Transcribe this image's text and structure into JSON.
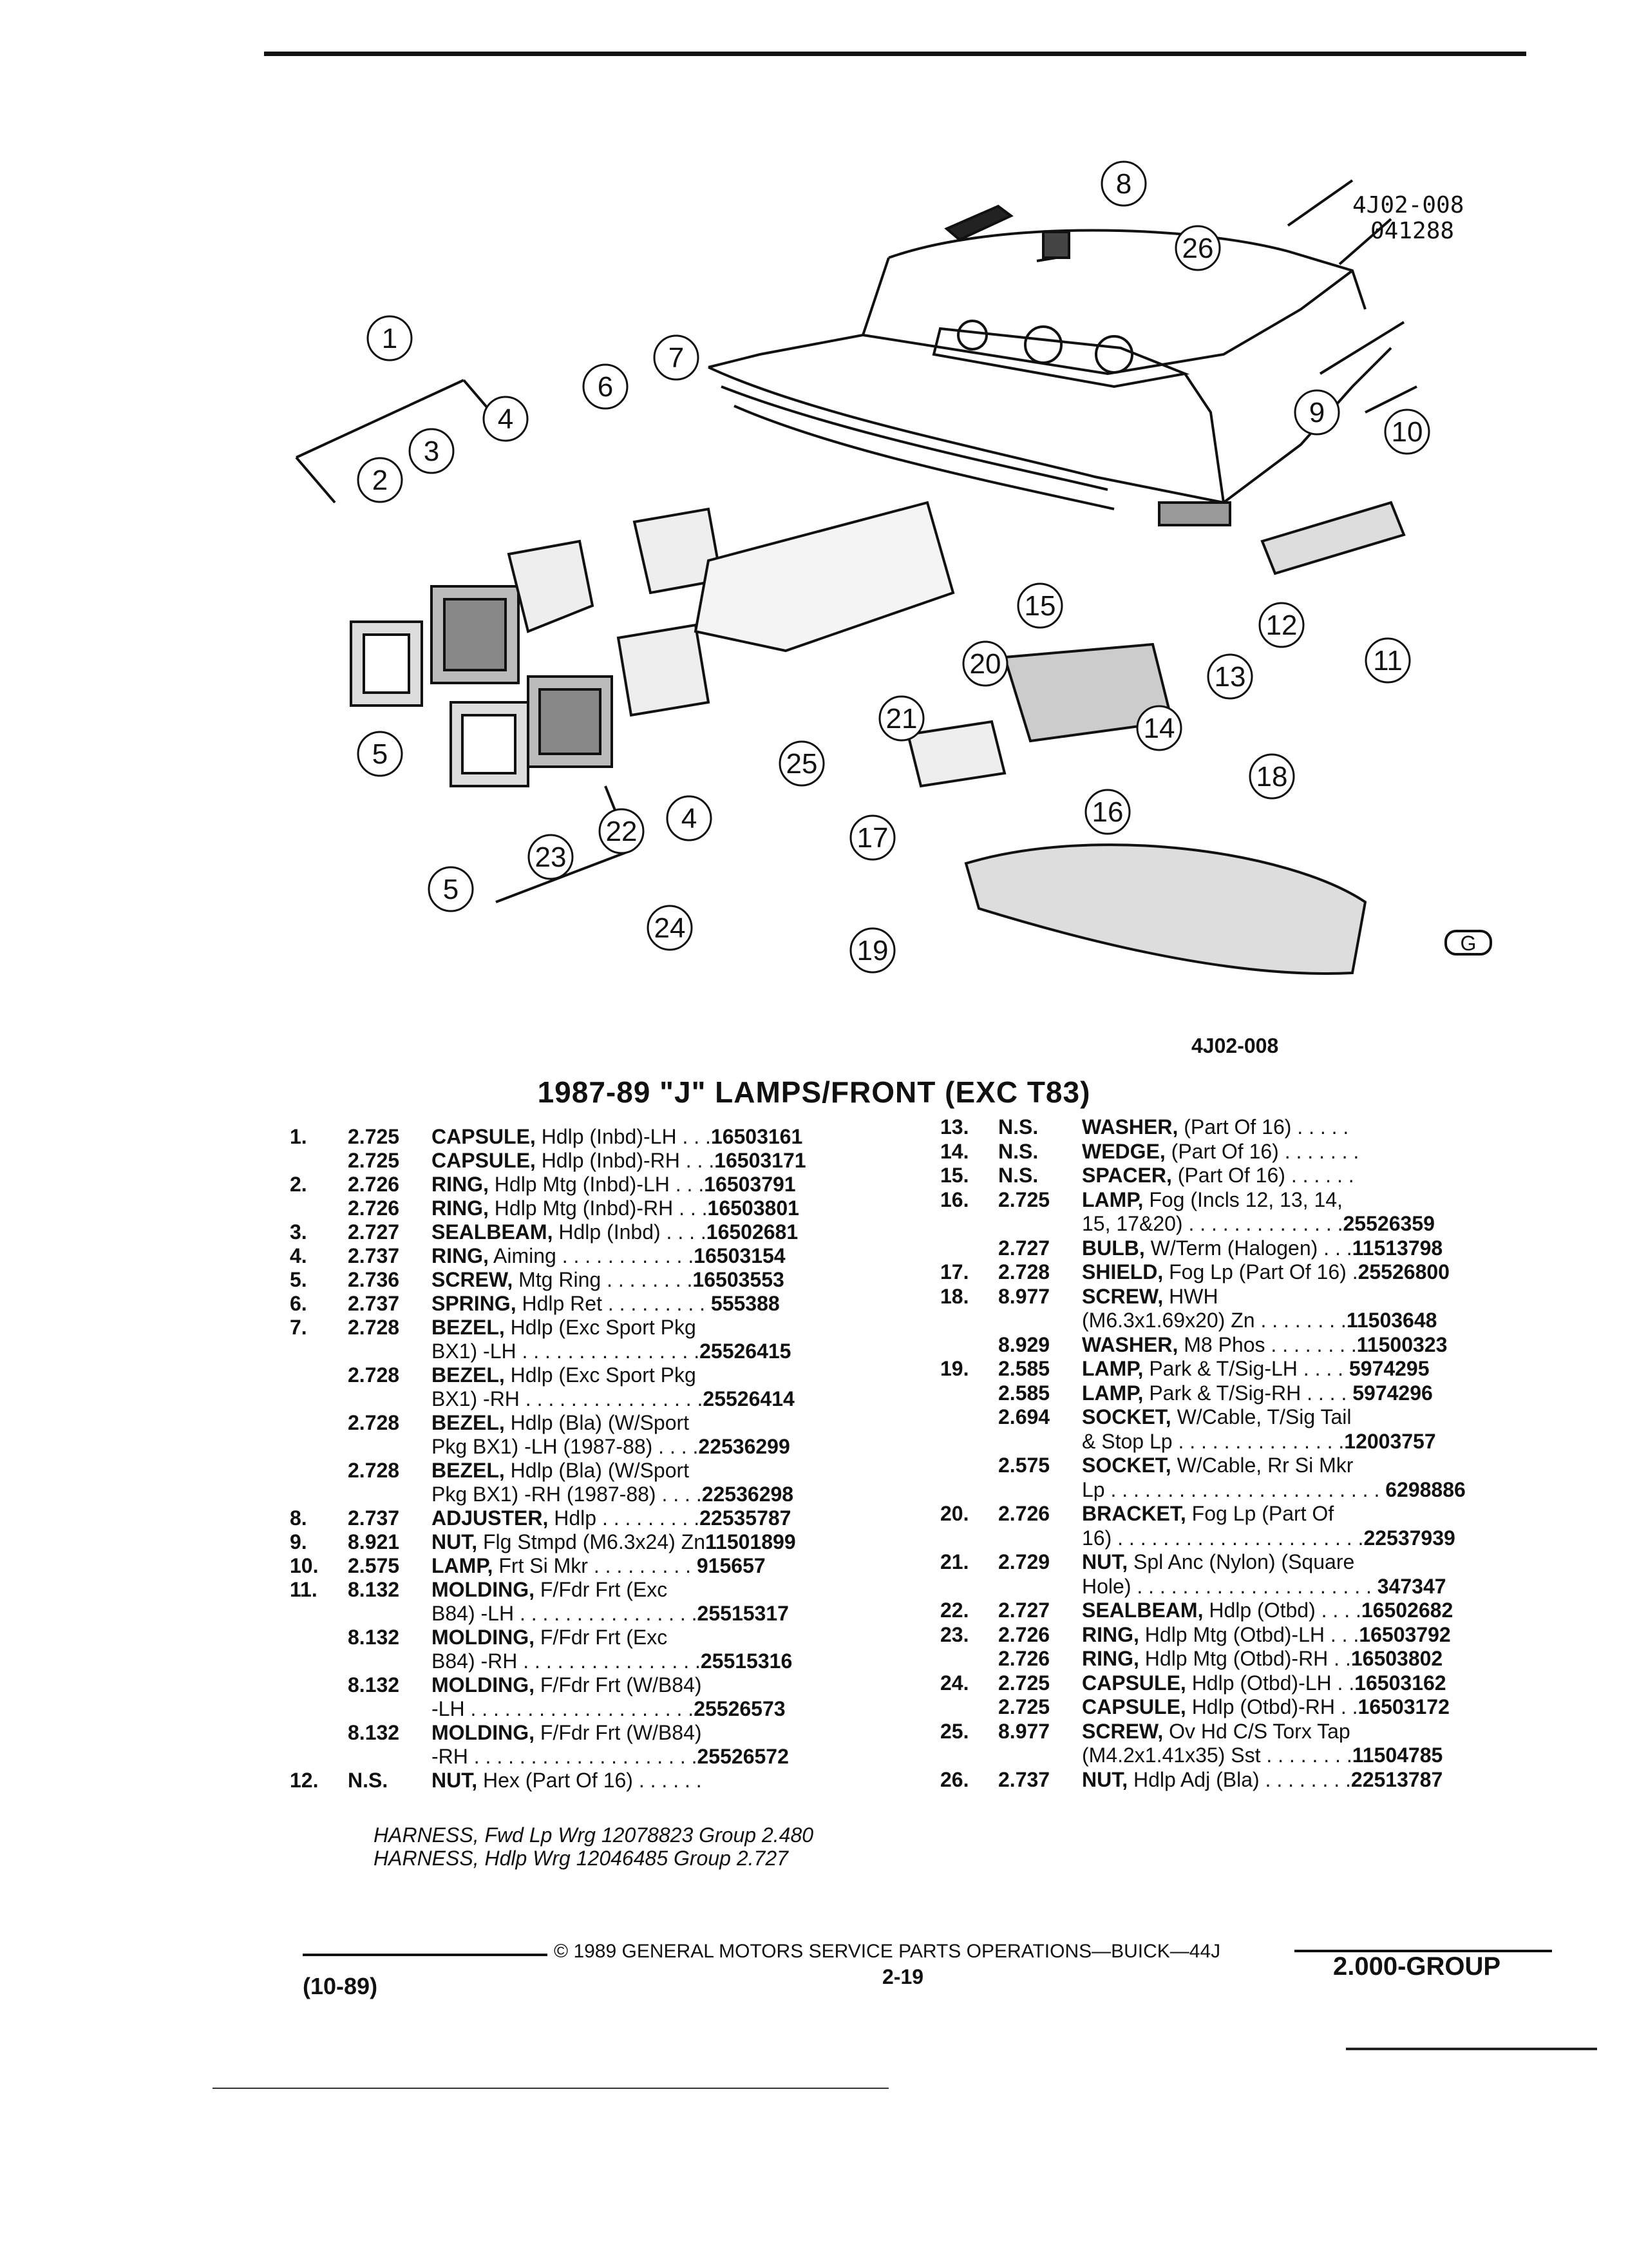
{
  "diagram": {
    "id_top": "4J02-008",
    "date_top": "041288",
    "id_bottom": "4J02-008",
    "logo_letter": "G",
    "callouts": [
      "1",
      "2",
      "3",
      "4",
      "5",
      "6",
      "7",
      "8",
      "9",
      "10",
      "11",
      "12",
      "13",
      "14",
      "15",
      "16",
      "17",
      "18",
      "19",
      "20",
      "21",
      "22",
      "23",
      "24",
      "25",
      "26",
      "4",
      "5"
    ]
  },
  "title": "1987-89 \"J\" LAMPS/FRONT (EXC T83)",
  "left_rows": [
    {
      "n": "1.",
      "g": "2.725",
      "d": "CAPSULE,",
      "t": " Hdlp (Inbd)-LH",
      "dots": " . . .",
      "p": "16503161"
    },
    {
      "n": "",
      "g": "2.725",
      "d": "CAPSULE,",
      "t": " Hdlp (Inbd)-RH",
      "dots": " . . .",
      "p": "16503171"
    },
    {
      "n": "2.",
      "g": "2.726",
      "d": "RING,",
      "t": " Hdlp Mtg (Inbd)-LH",
      "dots": " . . .",
      "p": "16503791"
    },
    {
      "n": "",
      "g": "2.726",
      "d": "RING,",
      "t": " Hdlp Mtg (Inbd)-RH",
      "dots": " . . .",
      "p": "16503801"
    },
    {
      "n": "3.",
      "g": "2.727",
      "d": "SEALBEAM,",
      "t": " Hdlp (Inbd)",
      "dots": " . . . .",
      "p": "16502681"
    },
    {
      "n": "4.",
      "g": "2.737",
      "d": "RING,",
      "t": " Aiming",
      "dots": " . . . . . . . . . . . .",
      "p": "16503154"
    },
    {
      "n": "5.",
      "g": "2.736",
      "d": "SCREW,",
      "t": " Mtg Ring",
      "dots": " . . . . . . . .",
      "p": "16503553"
    },
    {
      "n": "6.",
      "g": "2.737",
      "d": "SPRING,",
      "t": " Hdlp Ret",
      "dots": " . . . . . . . . . ",
      "p": "555388"
    },
    {
      "n": "7.",
      "g": "2.728",
      "d": "BEZEL,",
      "t": " Hdlp (Exc Sport Pkg",
      "dots": "",
      "p": ""
    },
    {
      "n": "",
      "g": "",
      "d": "",
      "t": "BX1) -LH",
      "dots": " . . . . . . . . . . . . . . . .",
      "p": "25526415"
    },
    {
      "n": "",
      "g": "2.728",
      "d": "BEZEL,",
      "t": " Hdlp (Exc Sport Pkg",
      "dots": "",
      "p": ""
    },
    {
      "n": "",
      "g": "",
      "d": "",
      "t": "BX1) -RH",
      "dots": " . . . . . . . . . . . . . . . .",
      "p": "25526414"
    },
    {
      "n": "",
      "g": "2.728",
      "d": "BEZEL,",
      "t": " Hdlp (Bla) (W/Sport",
      "dots": "",
      "p": ""
    },
    {
      "n": "",
      "g": "",
      "d": "",
      "t": "Pkg BX1) -LH (1987-88)",
      "dots": " . . . .",
      "p": "22536299"
    },
    {
      "n": "",
      "g": "2.728",
      "d": "BEZEL,",
      "t": " Hdlp (Bla) (W/Sport",
      "dots": "",
      "p": ""
    },
    {
      "n": "",
      "g": "",
      "d": "",
      "t": "Pkg BX1) -RH (1987-88)",
      "dots": " . . . .",
      "p": "22536298"
    },
    {
      "n": "8.",
      "g": "2.737",
      "d": "ADJUSTER,",
      "t": " Hdlp",
      "dots": " . . . . . . . . .",
      "p": "22535787"
    },
    {
      "n": "9.",
      "g": "8.921",
      "d": "NUT,",
      "t": " Flg Stmpd (M6.3x24) Zn",
      "dots": "",
      "p": "11501899"
    },
    {
      "n": "10.",
      "g": "2.575",
      "d": "LAMP,",
      "t": " Frt Si Mkr",
      "dots": " . . . . . . . . . ",
      "p": "915657"
    },
    {
      "n": "11.",
      "g": "8.132",
      "d": "MOLDING,",
      "t": " F/Fdr Frt (Exc",
      "dots": "",
      "p": ""
    },
    {
      "n": "",
      "g": "",
      "d": "",
      "t": "B84) -LH",
      "dots": " . . . . . . . . . . . . . . . .",
      "p": "25515317"
    },
    {
      "n": "",
      "g": "8.132",
      "d": "MOLDING,",
      "t": " F/Fdr Frt (Exc",
      "dots": "",
      "p": ""
    },
    {
      "n": "",
      "g": "",
      "d": "",
      "t": "B84) -RH",
      "dots": " . . . . . . . . . . . . . . . .",
      "p": "25515316"
    },
    {
      "n": "",
      "g": "8.132",
      "d": "MOLDING,",
      "t": " F/Fdr Frt (W/B84)",
      "dots": "",
      "p": ""
    },
    {
      "n": "",
      "g": "",
      "d": "",
      "t": "-LH",
      "dots": " . . . . . . . . . . . . . . . . . . . .",
      "p": "25526573"
    },
    {
      "n": "",
      "g": "8.132",
      "d": "MOLDING,",
      "t": " F/Fdr Frt (W/B84)",
      "dots": "",
      "p": ""
    },
    {
      "n": "",
      "g": "",
      "d": "",
      "t": "-RH",
      "dots": " . . . . . . . . . . . . . . . . . . . .",
      "p": "25526572"
    },
    {
      "n": "12.",
      "g": "N.S.",
      "d": "NUT,",
      "t": " Hex (Part Of 16)",
      "dots": " . . . . . .",
      "p": ""
    }
  ],
  "notes": [
    "HARNESS, Fwd Lp Wrg 12078823 Group 2.480",
    "HARNESS, Hdlp Wrg 12046485 Group 2.727"
  ],
  "right_rows": [
    {
      "n": "13.",
      "g": "N.S.",
      "d": "WASHER,",
      "t": " (Part Of 16)",
      "dots": " . . . . .",
      "p": ""
    },
    {
      "n": "14.",
      "g": "N.S.",
      "d": "WEDGE,",
      "t": " (Part Of 16)",
      "dots": " . . . . . . .",
      "p": ""
    },
    {
      "n": "15.",
      "g": "N.S.",
      "d": "SPACER,",
      "t": " (Part Of 16)",
      "dots": " . . . . . .",
      "p": ""
    },
    {
      "n": "16.",
      "g": "2.725",
      "d": "LAMP,",
      "t": " Fog (Incls 12, 13, 14,",
      "dots": "",
      "p": ""
    },
    {
      "n": "",
      "g": "",
      "d": "",
      "t": "15, 17&20)",
      "dots": " . . . . . . . . . . . . . .",
      "p": "25526359"
    },
    {
      "n": "",
      "g": "2.727",
      "d": "BULB,",
      "t": " W/Term (Halogen)",
      "dots": " . . .",
      "p": "11513798"
    },
    {
      "n": "17.",
      "g": "2.728",
      "d": "SHIELD,",
      "t": " Fog Lp (Part Of 16)",
      "dots": " .",
      "p": "25526800"
    },
    {
      "n": "18.",
      "g": "8.977",
      "d": "SCREW,",
      "t": " HWH",
      "dots": "",
      "p": ""
    },
    {
      "n": "",
      "g": "",
      "d": "",
      "t": "(M6.3x1.69x20) Zn",
      "dots": " . . . . . . . .",
      "p": "11503648"
    },
    {
      "n": "",
      "g": "8.929",
      "d": "WASHER,",
      "t": " M8 Phos",
      "dots": " . . . . . . . .",
      "p": "11500323"
    },
    {
      "n": "19.",
      "g": "2.585",
      "d": "LAMP,",
      "t": " Park & T/Sig-LH",
      "dots": " . . . . ",
      "p": "5974295"
    },
    {
      "n": "",
      "g": "2.585",
      "d": "LAMP,",
      "t": " Park & T/Sig-RH",
      "dots": " . . . . ",
      "p": "5974296"
    },
    {
      "n": "",
      "g": "2.694",
      "d": "SOCKET,",
      "t": " W/Cable, T/Sig Tail",
      "dots": "",
      "p": ""
    },
    {
      "n": "",
      "g": "",
      "d": "",
      "t": "& Stop Lp",
      "dots": " . . . . . . . . . . . . . . .",
      "p": "12003757"
    },
    {
      "n": "",
      "g": "2.575",
      "d": "SOCKET,",
      "t": " W/Cable, Rr Si Mkr",
      "dots": "",
      "p": ""
    },
    {
      "n": "",
      "g": "",
      "d": "",
      "t": "Lp",
      "dots": " . . . . . . . . . . . . . . . . . . . . . . . . ",
      "p": "6298886"
    },
    {
      "n": "20.",
      "g": "2.726",
      "d": "BRACKET,",
      "t": " Fog Lp (Part Of",
      "dots": "",
      "p": ""
    },
    {
      "n": "",
      "g": "",
      "d": "",
      "t": "16)",
      "dots": " . . . . . . . . . . . . . . . . . . . . . .",
      "p": "22537939"
    },
    {
      "n": "21.",
      "g": "2.729",
      "d": "NUT,",
      "t": " Spl Anc (Nylon) (Square",
      "dots": "",
      "p": ""
    },
    {
      "n": "",
      "g": "",
      "d": "",
      "t": "Hole)",
      "dots": " . . . . . . . . . . . . . . . . . . . . . ",
      "p": "347347"
    },
    {
      "n": "22.",
      "g": "2.727",
      "d": "SEALBEAM,",
      "t": " Hdlp (Otbd)",
      "dots": " . . . .",
      "p": "16502682"
    },
    {
      "n": "23.",
      "g": "2.726",
      "d": "RING,",
      "t": " Hdlp Mtg (Otbd)-LH",
      "dots": " . . .",
      "p": "16503792"
    },
    {
      "n": "",
      "g": "2.726",
      "d": "RING,",
      "t": " Hdlp Mtg (Otbd)-RH",
      "dots": " . .",
      "p": "16503802"
    },
    {
      "n": "24.",
      "g": "2.725",
      "d": "CAPSULE,",
      "t": " Hdlp (Otbd)-LH",
      "dots": " . .",
      "p": "16503162"
    },
    {
      "n": "",
      "g": "2.725",
      "d": "CAPSULE,",
      "t": " Hdlp (Otbd)-RH",
      "dots": " . .",
      "p": "16503172"
    },
    {
      "n": "25.",
      "g": "8.977",
      "d": "SCREW,",
      "t": " Ov Hd C/S Torx Tap",
      "dots": "",
      "p": ""
    },
    {
      "n": "",
      "g": "",
      "d": "",
      "t": "(M4.2x1.41x35) Sst",
      "dots": " . . . . . . . .",
      "p": "11504785"
    },
    {
      "n": "26.",
      "g": "2.737",
      "d": "NUT,",
      "t": " Hdlp Adj (Bla)",
      "dots": " . . . . . . . .",
      "p": "22513787"
    }
  ],
  "footer": {
    "copyright": "© 1989 GENERAL MOTORS SERVICE PARTS OPERATIONS—BUICK—44J",
    "page": "2-19",
    "date": "(10-89)",
    "group": "2.000-GROUP"
  }
}
